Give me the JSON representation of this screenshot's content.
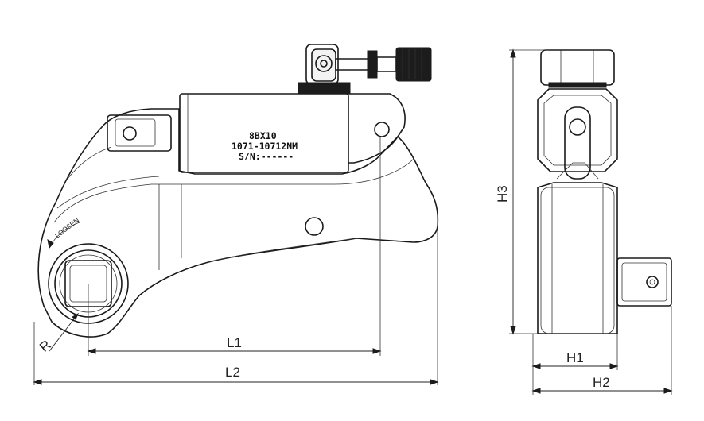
{
  "nameplate": {
    "model": "8BX10",
    "range": "1071-10712NM",
    "serial": "S/N:------"
  },
  "direction_label": "LOOSEN",
  "dimensions": {
    "l1": "L1",
    "l2": "L2",
    "r": "R",
    "h1": "H1",
    "h2": "H2",
    "h3": "H3"
  }
}
